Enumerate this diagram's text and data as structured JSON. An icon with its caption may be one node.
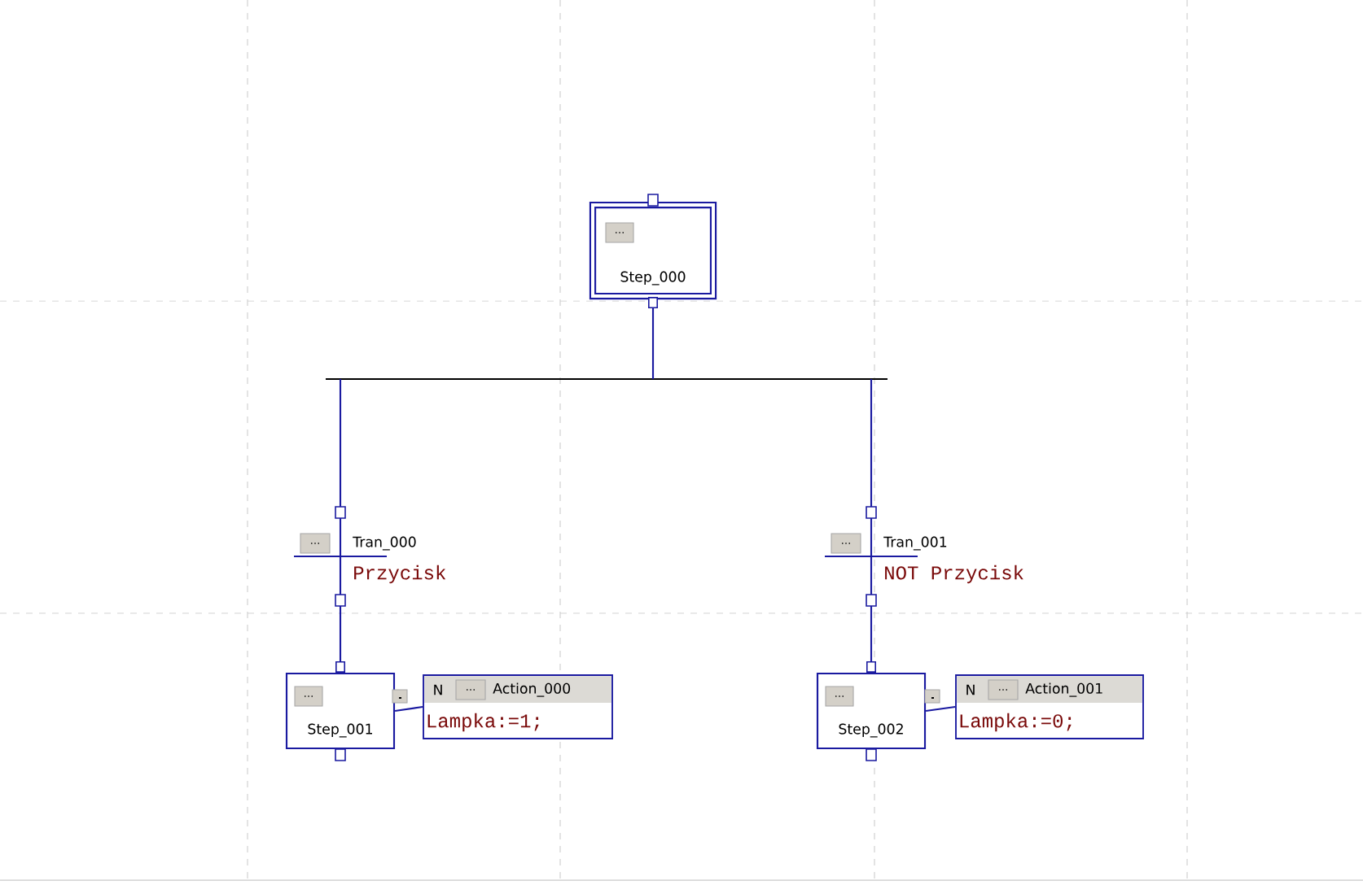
{
  "diagram": {
    "nodes": [
      {
        "text": [
          "...",
          "Step_000"
        ]
      },
      {
        "text": [],
        "shape": "bar"
      },
      {
        "text": [
          "...",
          "Tran_000"
        ],
        "beside": [
          "Przycisk"
        ]
      },
      {
        "text": [
          "...",
          "Tran_001"
        ],
        "beside": [
          "NOT Przycisk"
        ]
      },
      {
        "text": [
          "...",
          "Step_001"
        ]
      },
      {
        "text": [
          "N",
          "...",
          "Action_000",
          "Lampka:=1;"
        ]
      },
      {
        "text": [
          "...",
          "Step_002"
        ]
      },
      {
        "text": [
          "N",
          "...",
          "Action_001",
          "Lampka:=0;"
        ]
      }
    ],
    "edges": [
      {
        "from": 1,
        "to": 0,
        "arrow": "other"
      },
      {
        "from": 1,
        "to": 2,
        "arrow": "none"
      },
      {
        "from": 1,
        "to": 3,
        "arrow": "none"
      },
      {
        "from": 2,
        "to": 4,
        "arrow": "other"
      },
      {
        "from": 3,
        "to": 6,
        "arrow": "other"
      },
      {
        "from": 4,
        "to": 5,
        "arrow": "none"
      },
      {
        "from": 6,
        "to": 7,
        "arrow": "none"
      }
    ]
  }
}
